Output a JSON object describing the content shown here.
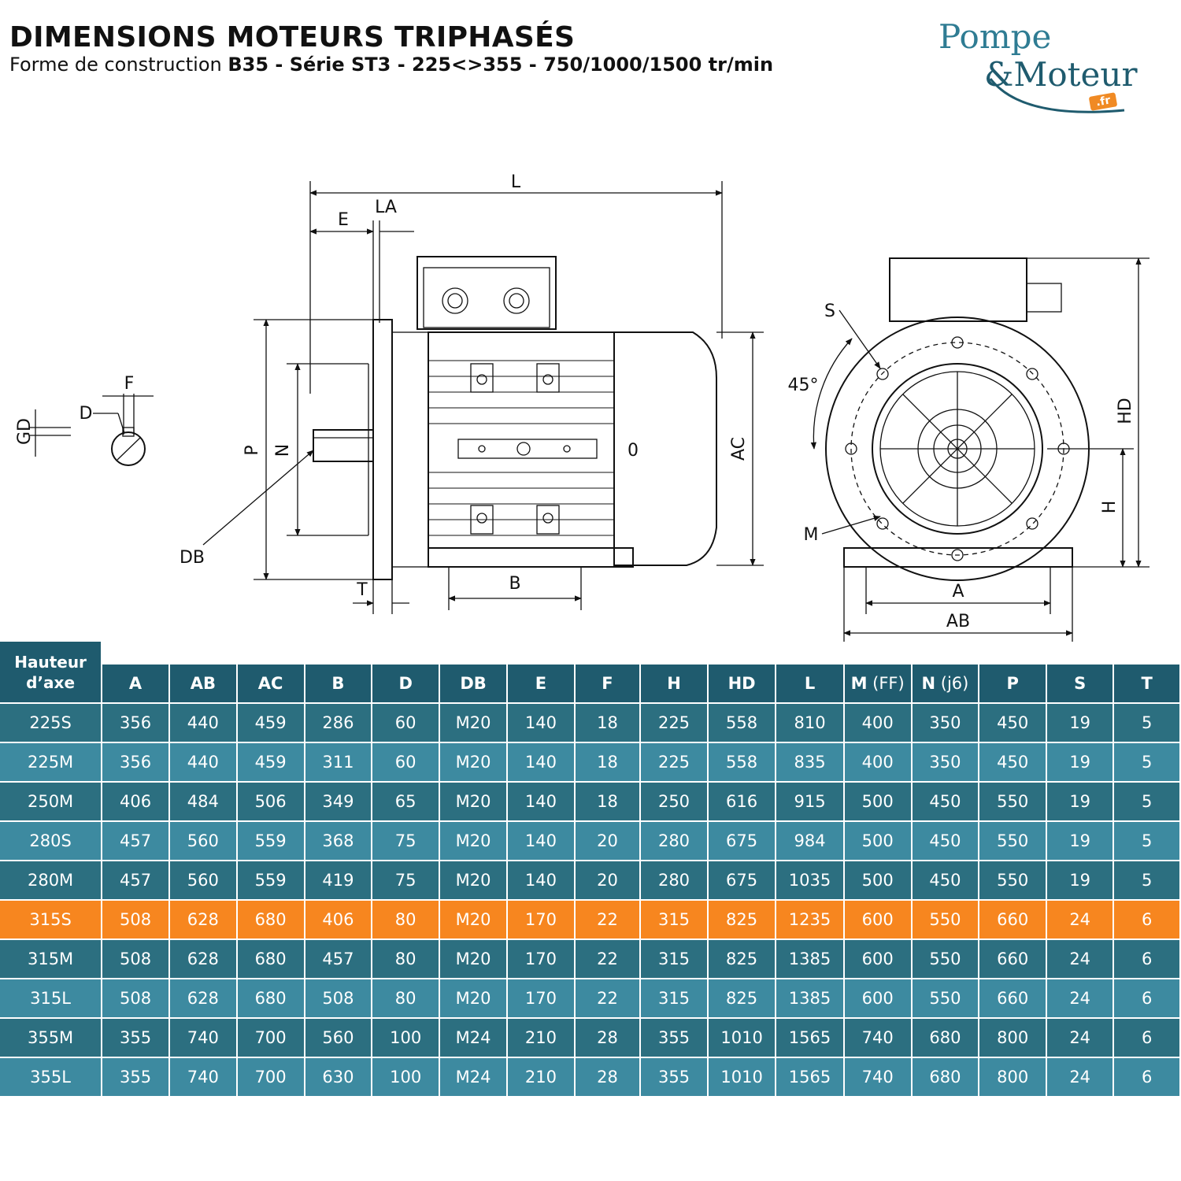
{
  "header": {
    "title": "DIMENSIONS MOTEURS TRIPHASÉS",
    "subtitle_prefix": "Forme de construction ",
    "subtitle_bold": "B35 - Série ST3 - 225<>355 - 750/1000/1500 tr/min"
  },
  "logo": {
    "line1": "Pompe",
    "line2": "&Moteur",
    "tld": ".fr"
  },
  "diagram": {
    "labels": {
      "L": "L",
      "E": "E",
      "LA": "LA",
      "P": "P",
      "N": "N",
      "DB": "DB",
      "T": "T",
      "B": "B",
      "AC": "AC",
      "O": "0",
      "F": "F",
      "D": "D",
      "GD": "GD",
      "S": "S",
      "angle": "45°",
      "M": "M",
      "HD": "HD",
      "H": "H",
      "A": "A",
      "AB": "AB"
    }
  },
  "table": {
    "first_header": [
      "Hauteur",
      "d’axe"
    ],
    "headers": [
      {
        "main": "A",
        "sub": ""
      },
      {
        "main": "AB",
        "sub": ""
      },
      {
        "main": "AC",
        "sub": ""
      },
      {
        "main": "B",
        "sub": ""
      },
      {
        "main": "D",
        "sub": ""
      },
      {
        "main": "DB",
        "sub": ""
      },
      {
        "main": "E",
        "sub": ""
      },
      {
        "main": "F",
        "sub": ""
      },
      {
        "main": "H",
        "sub": ""
      },
      {
        "main": "HD",
        "sub": ""
      },
      {
        "main": "L",
        "sub": ""
      },
      {
        "main": "M",
        "sub": " (FF)"
      },
      {
        "main": "N",
        "sub": " (j6)"
      },
      {
        "main": "P",
        "sub": ""
      },
      {
        "main": "S",
        "sub": ""
      },
      {
        "main": "T",
        "sub": ""
      }
    ],
    "highlight_color": "#f7861f",
    "rows": [
      {
        "name": "225S",
        "values": [
          "356",
          "440",
          "459",
          "286",
          "60",
          "M20",
          "140",
          "18",
          "225",
          "558",
          "810",
          "400",
          "350",
          "450",
          "19",
          "5"
        ],
        "highlight": false
      },
      {
        "name": "225M",
        "values": [
          "356",
          "440",
          "459",
          "311",
          "60",
          "M20",
          "140",
          "18",
          "225",
          "558",
          "835",
          "400",
          "350",
          "450",
          "19",
          "5"
        ],
        "highlight": false
      },
      {
        "name": "250M",
        "values": [
          "406",
          "484",
          "506",
          "349",
          "65",
          "M20",
          "140",
          "18",
          "250",
          "616",
          "915",
          "500",
          "450",
          "550",
          "19",
          "5"
        ],
        "highlight": false
      },
      {
        "name": "280S",
        "values": [
          "457",
          "560",
          "559",
          "368",
          "75",
          "M20",
          "140",
          "20",
          "280",
          "675",
          "984",
          "500",
          "450",
          "550",
          "19",
          "5"
        ],
        "highlight": false
      },
      {
        "name": "280M",
        "values": [
          "457",
          "560",
          "559",
          "419",
          "75",
          "M20",
          "140",
          "20",
          "280",
          "675",
          "1035",
          "500",
          "450",
          "550",
          "19",
          "5"
        ],
        "highlight": false
      },
      {
        "name": "315S",
        "values": [
          "508",
          "628",
          "680",
          "406",
          "80",
          "M20",
          "170",
          "22",
          "315",
          "825",
          "1235",
          "600",
          "550",
          "660",
          "24",
          "6"
        ],
        "highlight": true
      },
      {
        "name": "315M",
        "values": [
          "508",
          "628",
          "680",
          "457",
          "80",
          "M20",
          "170",
          "22",
          "315",
          "825",
          "1385",
          "600",
          "550",
          "660",
          "24",
          "6"
        ],
        "highlight": false
      },
      {
        "name": "315L",
        "values": [
          "508",
          "628",
          "680",
          "508",
          "80",
          "M20",
          "170",
          "22",
          "315",
          "825",
          "1385",
          "600",
          "550",
          "660",
          "24",
          "6"
        ],
        "highlight": false
      },
      {
        "name": "355M",
        "values": [
          "355",
          "740",
          "700",
          "560",
          "100",
          "M24",
          "210",
          "28",
          "355",
          "1010",
          "1565",
          "740",
          "680",
          "800",
          "24",
          "6"
        ],
        "highlight": false
      },
      {
        "name": "355L",
        "values": [
          "355",
          "740",
          "700",
          "630",
          "100",
          "M24",
          "210",
          "28",
          "355",
          "1010",
          "1565",
          "740",
          "680",
          "800",
          "24",
          "6"
        ],
        "highlight": false
      }
    ]
  }
}
